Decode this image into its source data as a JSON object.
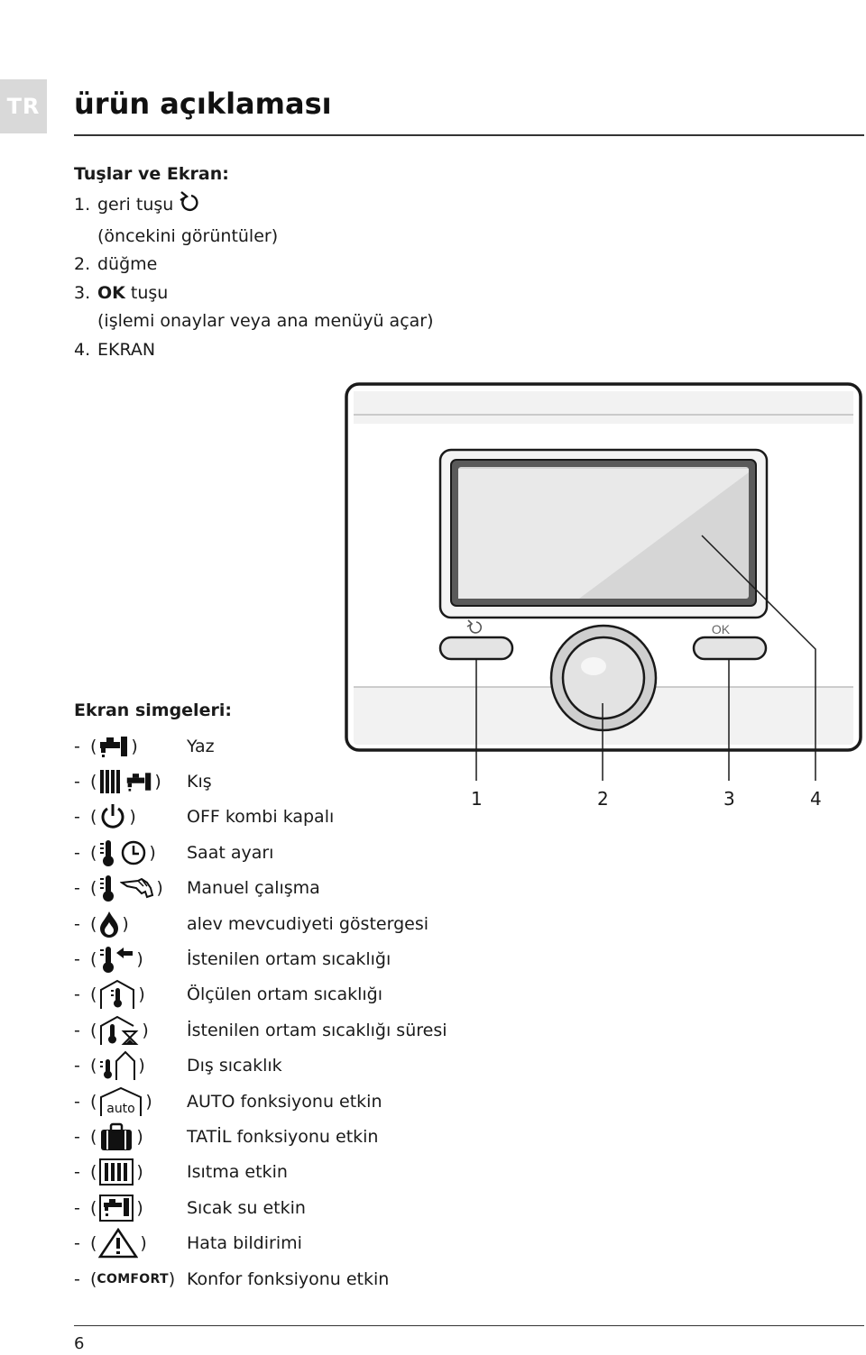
{
  "lang_tab": "TR",
  "page_title": "ürün açıklaması",
  "keys_section": {
    "heading": "Tuşlar ve Ekran:",
    "items": [
      {
        "num": "1.",
        "label": "geri tuşu",
        "note": "(öncekini görüntüler)"
      },
      {
        "num": "2.",
        "label": "düğme"
      },
      {
        "num": "3.",
        "strong": "OK",
        "label": " tuşu",
        "note": "(işlemi onaylar veya ana menüyü açar)"
      },
      {
        "num": "4.",
        "label": "EKRAN"
      }
    ]
  },
  "device": {
    "ok_label": "OK",
    "callouts": [
      "1",
      "2",
      "3",
      "4"
    ]
  },
  "symbols_section": {
    "heading": "Ekran simgeleri:",
    "items": [
      {
        "icons": [
          "tap-icon"
        ],
        "text": "Yaz"
      },
      {
        "icons": [
          "radiator-icon",
          "tap-icon"
        ],
        "text": "Kış"
      },
      {
        "icons": [
          "power-icon"
        ],
        "text": "OFF kombi kapalı"
      },
      {
        "icons": [
          "thermometer-icon",
          "clock-icon"
        ],
        "text": "Saat ayarı"
      },
      {
        "icons": [
          "thermometer-icon",
          "hand-icon"
        ],
        "text": "Manuel çalışma"
      },
      {
        "icons": [
          "flame-icon"
        ],
        "text": "alev mevcudiyeti göstergesi"
      },
      {
        "icons": [
          "thermometer-arrow-icon"
        ],
        "text": "İstenilen ortam sıcaklığı"
      },
      {
        "icons": [
          "house-thermometer-icon"
        ],
        "text": "Ölçülen ortam sıcaklığı"
      },
      {
        "icons": [
          "house-thermometer-hourglass-icon"
        ],
        "text": "İstenilen ortam sıcaklığı süresi"
      },
      {
        "icons": [
          "outside-temperature-icon"
        ],
        "text": "Dış sıcaklık"
      },
      {
        "icons": [
          "auto-house-icon"
        ],
        "auto_label": "auto",
        "text": "AUTO fonksiyonu etkin"
      },
      {
        "icons": [
          "suitcase-icon"
        ],
        "text": "TATİL fonksiyonu etkin"
      },
      {
        "icons": [
          "radiator-box-icon"
        ],
        "text": "Isıtma etkin"
      },
      {
        "icons": [
          "tap-box-icon"
        ],
        "text": "Sıcak su etkin"
      },
      {
        "icons": [
          "warning-icon"
        ],
        "text": "Hata bildirimi"
      },
      {
        "comfort_label": "COMFORT",
        "text": "Konfor fonksiyonu etkin"
      }
    ]
  },
  "page_number": "6"
}
